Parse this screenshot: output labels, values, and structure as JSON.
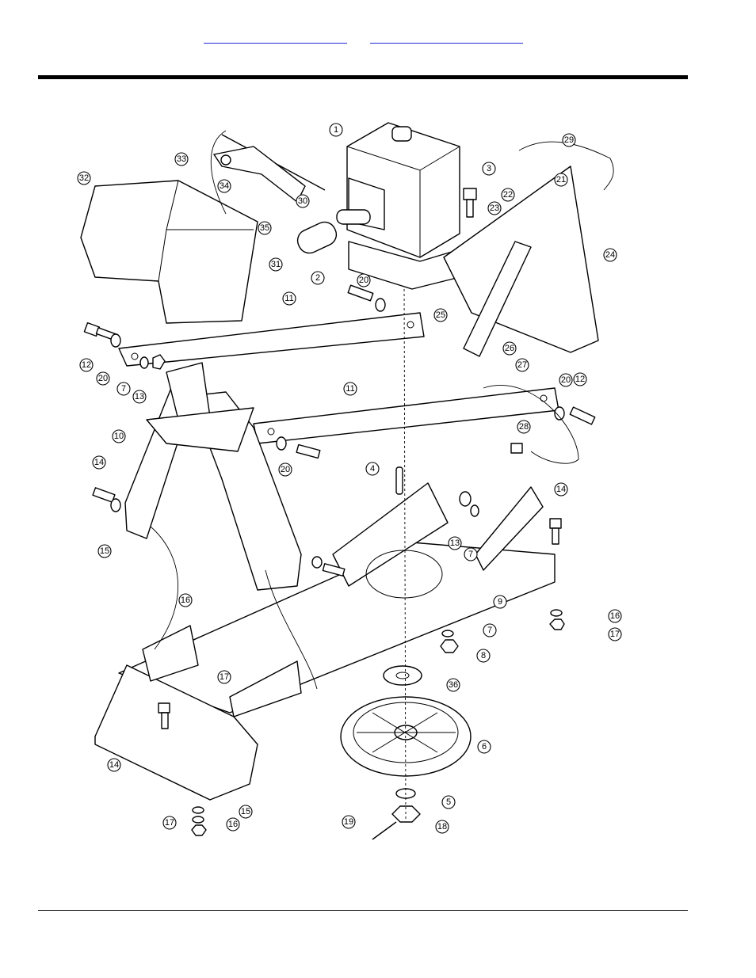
{
  "nav": {
    "link_left": "",
    "link_right": ""
  },
  "diagram": {
    "callouts": [
      "1",
      "2",
      "3",
      "4",
      "5",
      "6",
      "7",
      "8",
      "9",
      "10",
      "11",
      "12",
      "13",
      "14",
      "15",
      "16",
      "17",
      "18",
      "19",
      "20",
      "21",
      "22",
      "23",
      "24",
      "25",
      "26",
      "27",
      "28",
      "29",
      "30",
      "31",
      "32",
      "33",
      "34",
      "35",
      "36"
    ]
  }
}
